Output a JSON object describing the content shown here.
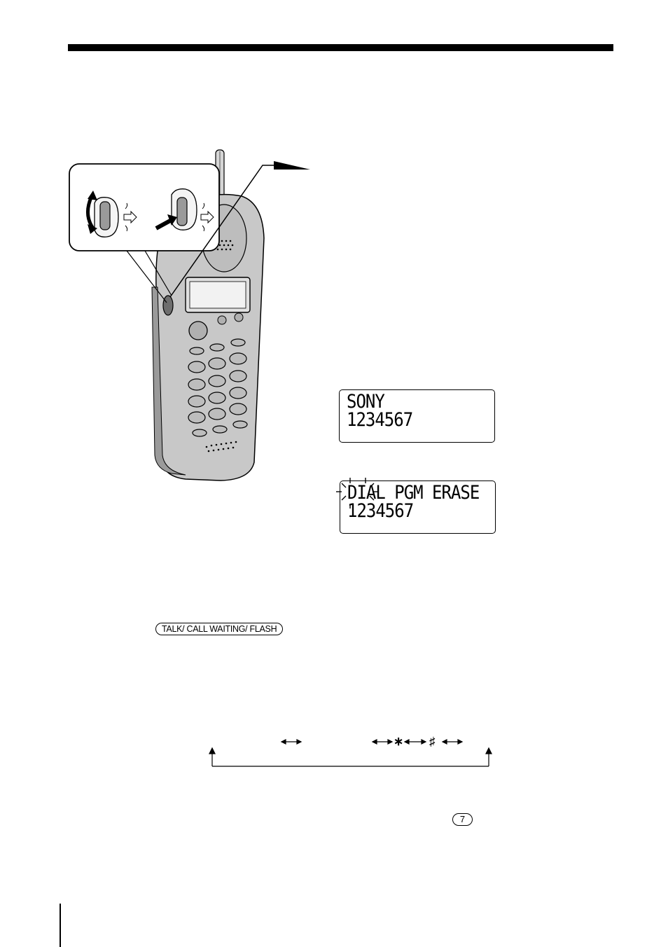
{
  "lcd_display_1": {
    "line1": "SONY",
    "line2": "1234567"
  },
  "lcd_display_2": {
    "line1": "DIAL PGM ERASE",
    "line2": "1234567"
  },
  "keys": {
    "talk_call_waiting_flash": "TALK/ CALL WAITING/ FLASH",
    "seven": "7"
  },
  "cycle": {
    "star": "∗",
    "hash": "♯"
  },
  "icons": [
    "handset-illustration",
    "jog-dial-inset",
    "arrow-pointer",
    "blink-indicator",
    "cycle-arrow-icon"
  ],
  "colors": {
    "ink": "#000000",
    "handset_fill": "#c8c8c8",
    "handset_shade": "#9a9a9a"
  }
}
